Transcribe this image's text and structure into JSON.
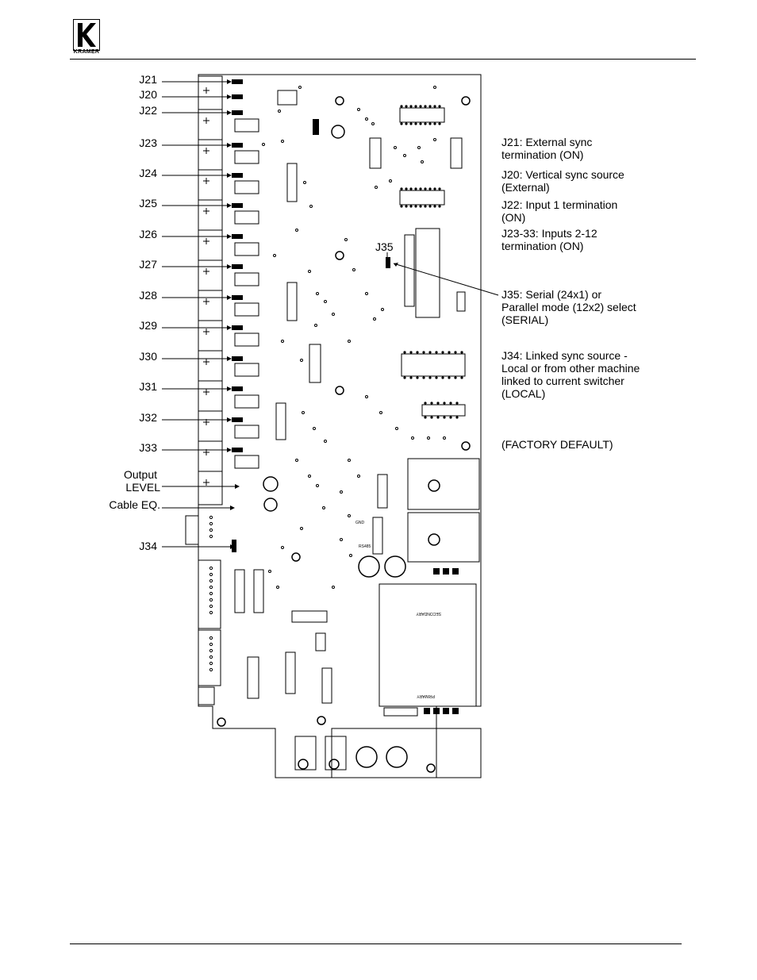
{
  "header": {
    "logo_text": "KRAMER"
  },
  "jumper_labels": [
    "J21",
    "J20",
    "J22",
    "J23",
    "J24",
    "J25",
    "J26",
    "J27",
    "J28",
    "J29",
    "J30",
    "J31",
    "J32",
    "J33"
  ],
  "control_labels": {
    "output_level_line1": "Output",
    "output_level_line2": "LEVEL",
    "cable_eq": "Cable EQ.",
    "j34": "J34",
    "j35": "J35"
  },
  "notes": [
    "J21: External sync\ntermination (ON)",
    "J20: Vertical sync source\n(External)",
    "J22: Input 1 termination\n(ON)",
    "J23-33: Inputs 2-12\ntermination (ON)",
    "J35: Serial (24x1) or\nParallel mode (12x2) select\n(SERIAL)",
    "J34: Linked sync source -\nLocal or from other machine\nlinked to current switcher\n(LOCAL)",
    "(FACTORY DEFAULT)"
  ],
  "board_text": {
    "gnd": "GND",
    "rs485": "RS485",
    "secondary": "SECONDARY",
    "primary": "PRIMARY"
  }
}
